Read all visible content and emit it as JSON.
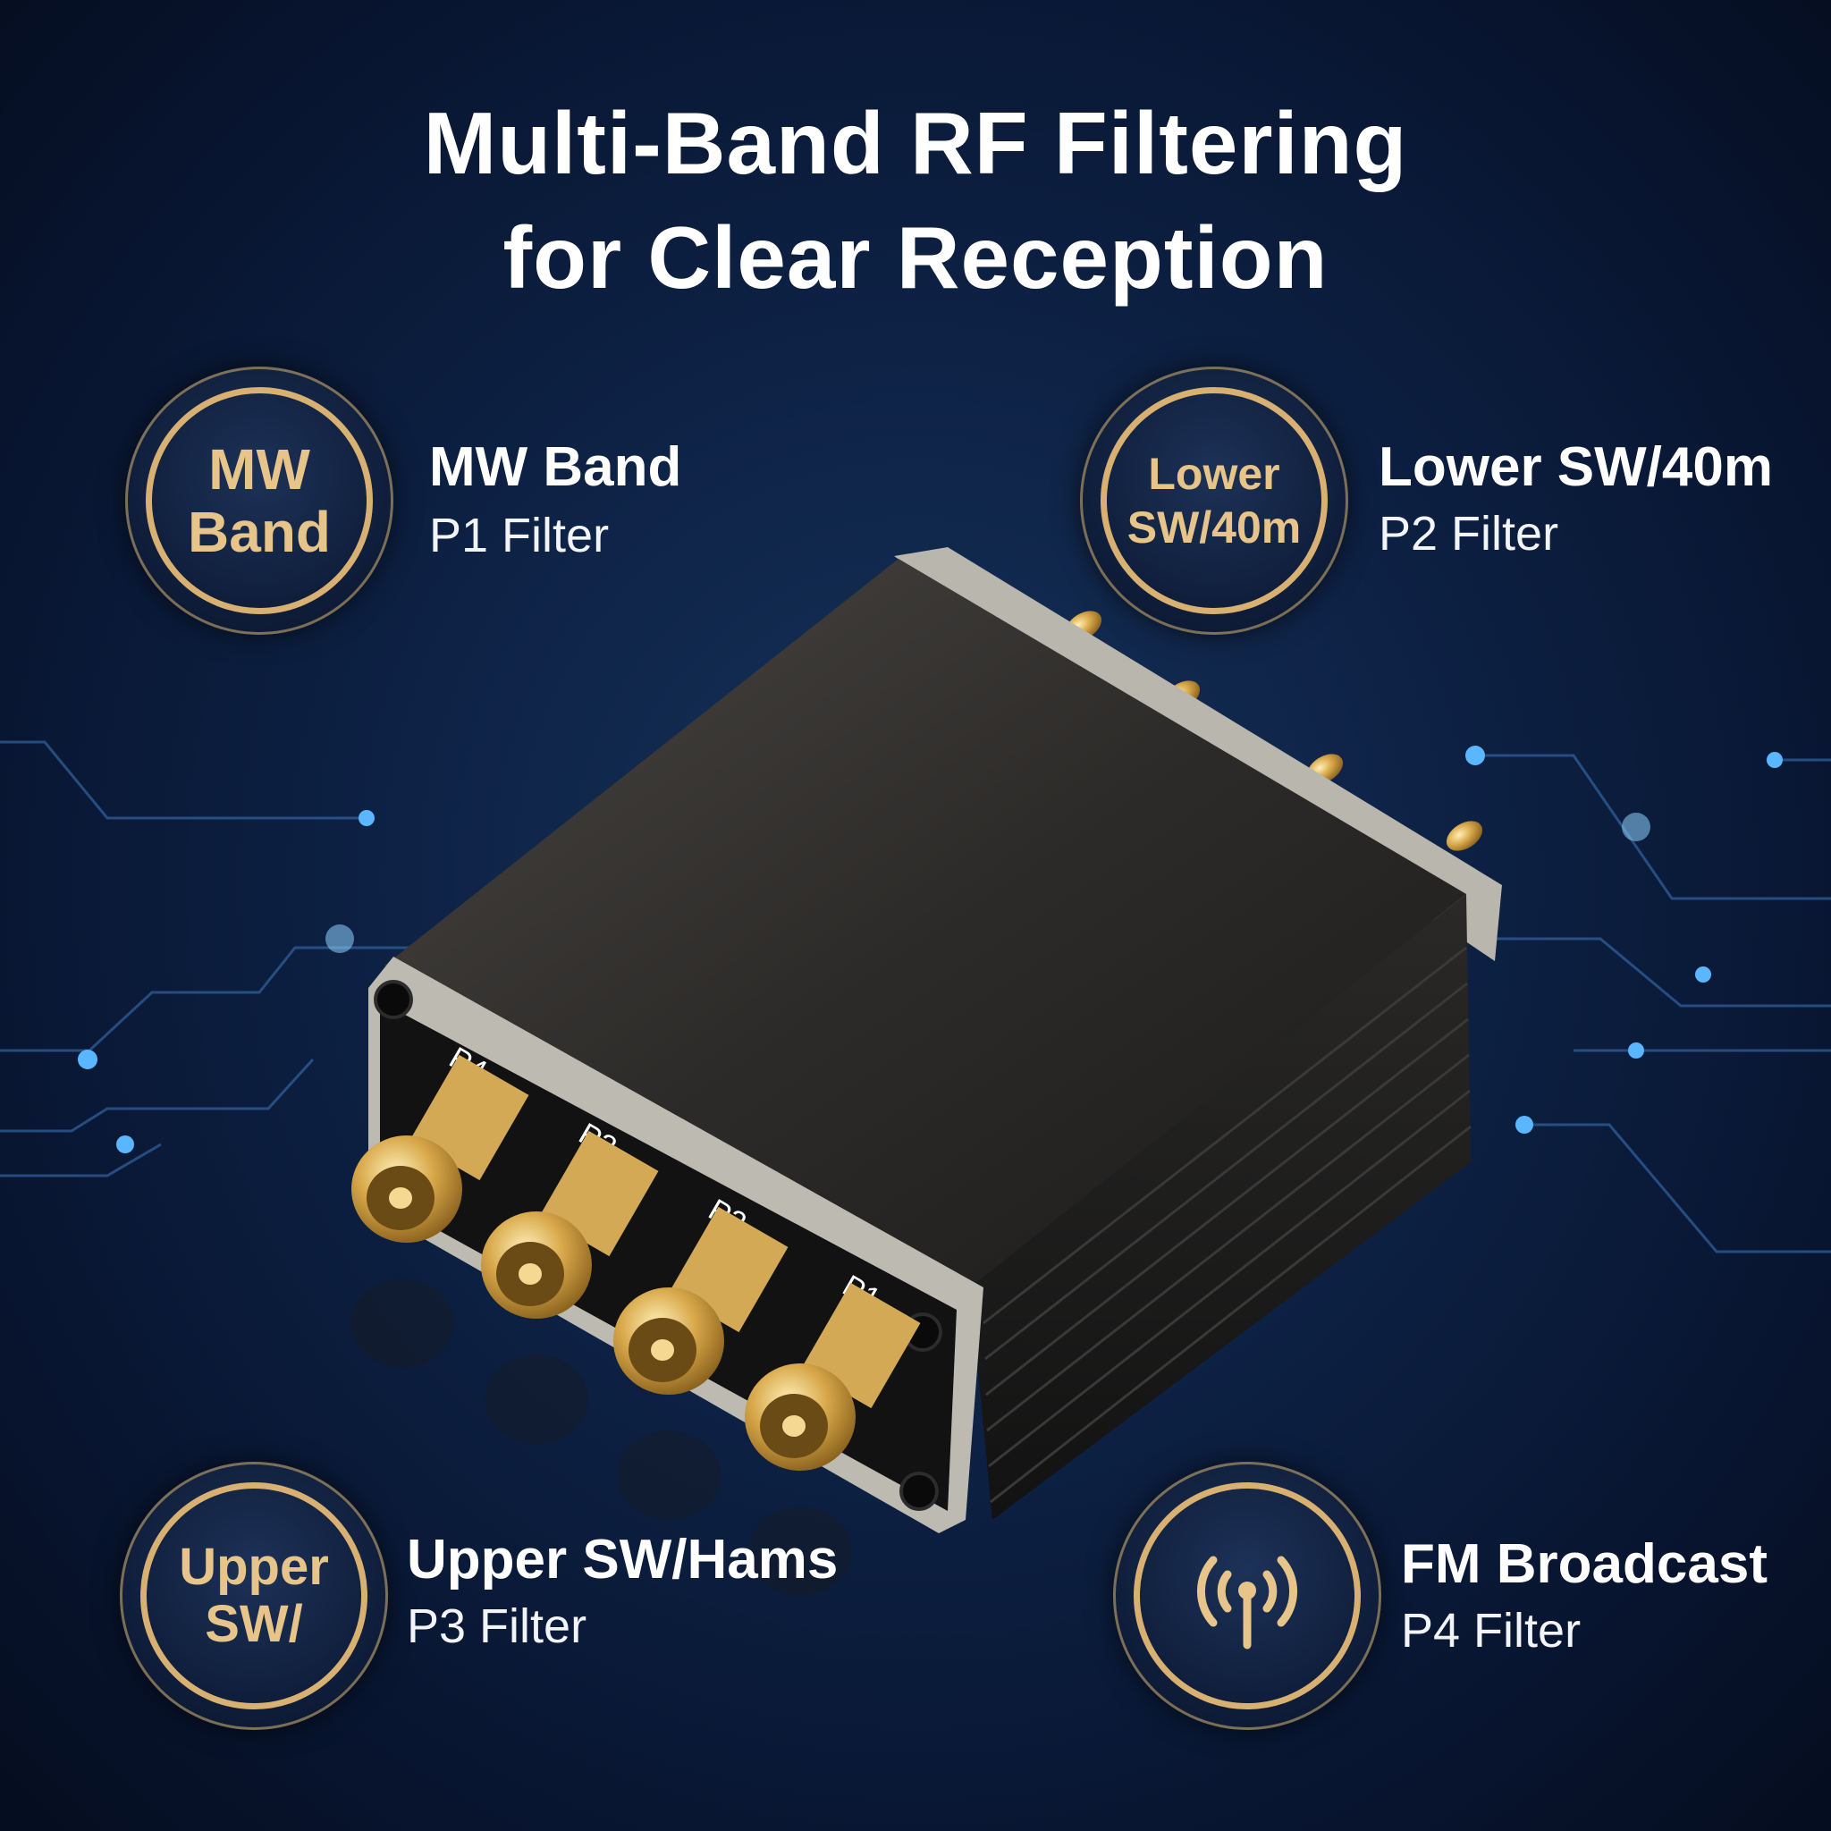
{
  "headline": {
    "line1": "Multi-Band RF Filtering",
    "line2": "for Clear Reception"
  },
  "features": [
    {
      "badge_line1": "MW",
      "badge_line2": "Band",
      "title": "MW Band",
      "subtitle": "P1 Filter"
    },
    {
      "badge_line1": "Lower",
      "badge_line2": "SW/40m",
      "title": "Lower SW/40m",
      "subtitle": "P2 Filter"
    },
    {
      "badge_line1": "Upper",
      "badge_line2": "SW/",
      "title": "Upper SW/Hams",
      "subtitle": "P3 Filter"
    },
    {
      "badge_icon": "radio-antenna-icon",
      "title": "FM Broadcast",
      "subtitle": "P4 Filter"
    }
  ],
  "device": {
    "port_labels": [
      "P4",
      "P3",
      "P2",
      "P1"
    ]
  },
  "colors": {
    "background": "#0d2144",
    "accent_gold": "#d8b172",
    "text": "#ffffff"
  }
}
